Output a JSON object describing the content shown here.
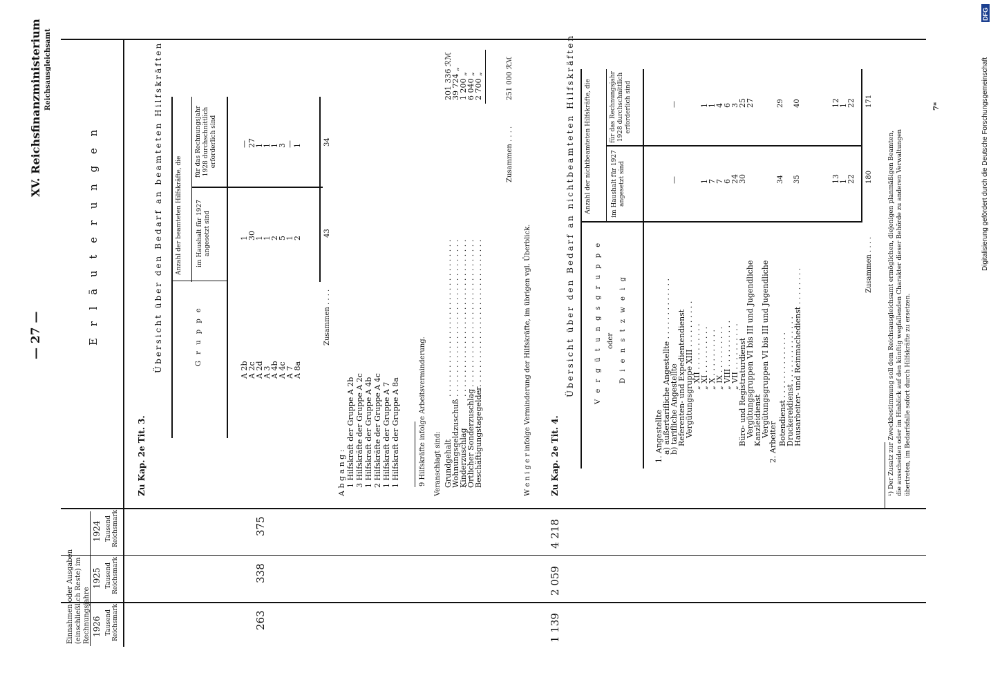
{
  "header": {
    "page_number": "— 27 —",
    "ministry": "XV. Reichsfinanzministerium",
    "office": "Reichsausgleichsamt",
    "page_mark": "7*",
    "digitization": "Digitalisierung gefördert durch die Deutsche Forschungsgemeinschaft",
    "dfg_logo": "DFG"
  },
  "budget": {
    "head": "Einnahmen oder Ausgaben (einschließlich Reste) im Rechnungsjahre",
    "years": [
      "1926",
      "1925",
      "1924"
    ],
    "unit": "Tausend Reichsmark",
    "row1": [
      "263",
      "338",
      "375"
    ],
    "row2": [
      "1 139",
      "2 059",
      "4 218"
    ]
  },
  "explanations_title": "E r l ä u t e r u n g e n",
  "sec3": {
    "ref": "Zu Kap. 2e Tit. 3.",
    "title": "Übersicht über den Bedarf an beamteten Hilfskräften",
    "col_gruppe": "G r u p p e",
    "col_top": "Anzahl der beamteten Hilfskräfte, die",
    "col_1927": "im Haushalt für 1927 angesetzt sind",
    "col_1928": "für das Rechnungsjahr 1928 durchschnittlich erforderlich sind",
    "groups": [
      "A 2b",
      "A 2c",
      "A 2d",
      "A 3",
      "A 4b",
      "A 4c",
      "A 7",
      "A 8a"
    ],
    "v1927": [
      "1",
      "30",
      "1",
      "1",
      "2",
      "5",
      "1",
      "2"
    ],
    "v1928": [
      "—",
      "27",
      "1",
      "1",
      "1",
      "3",
      "—",
      "1"
    ],
    "sum_label": "Zusammen . . . .",
    "sum1927": "43",
    "sum1928": "34",
    "abgang_title": "A b g a n g :",
    "abgang": [
      "1 Hilfskraft der Gruppe A 2b",
      "3 Hilfskräfte der Gruppe A 2c",
      "1 Hilfskraft der Gruppe A 4b",
      "2 Hilfskräfte der Gruppe A 4c",
      "1 Hilfskraft der Gruppe A 7",
      "1 Hilfskraft der Gruppe A 8a"
    ],
    "abgang_total": "9 Hilfskräfte infolge Arbeitsverminderung.",
    "veranschlagt": "Veranschlagt sind:",
    "cost_labels": [
      "Grundgehalt",
      "Wohnungsgeldzuschuß",
      "Kinderzuschlag",
      "Örtlicher Sonderzuschlag",
      "Beschäftigungstagegelder"
    ],
    "cost_values": [
      "201 336 ℛℳ",
      "39 724 „",
      "1 200 „",
      "6 040 „",
      "2 700 „"
    ],
    "cost_sum_label": "Zusammen . . . .",
    "cost_sum": "251 000 ℛℳ",
    "weniger": "W e n i g e r infolge Verminderung der Hilfskräfte, im übrigen vgl. Überblick."
  },
  "sec4": {
    "ref": "Zu Kap. 2e Tit. 4.",
    "title": "Übersicht über den Bedarf an nichtbeamteten Hilfskräften",
    "col_group": "V e r g ü t u n g s g r u p p e",
    "col_oder": "oder",
    "col_dienst": "D i e n s t z w e i g",
    "col_top": "Anzahl der nichtbeamteten Hilfskräfte, die",
    "col_1927": "im Haushalt für 1927 angesetzt sind",
    "col_1928": "für das Rechnungsjahr 1928 durchschnittlich erforderlich sind",
    "rows": [
      "1. Angestellte",
      "a) außertarifliche Angestellte . . . . . . . . . . . . .",
      "b) tarifliche Angestellte",
      "Referenten- und Expedientendienst",
      "Vergütungsgruppe XIII . . . . . . . . . .",
      "„ XII . . . . . . . . . .",
      "„ XI . . . . . . . . . .",
      "„ X . . . . . . . . . .",
      "„ IX . . . . . . . . . .",
      "„ VIII . . . . . . . . . .",
      "„ VII . . . . . . . . . .",
      "Büro- und Registraturdienst",
      "Vergütungsgruppen VI bis III und Jugendliche",
      "Kanzleidienst",
      "Vergütungsgruppen VI bis III und Jugendliche",
      "2. Arbeiter",
      "Botendienst . . . . . . . . . . . . . .",
      "Druckereidienst . . . . . . . . . . . . . .",
      "Hausarbeiter- und Reinmachedienst . . . . . . . ."
    ],
    "v1927": [
      "—",
      "1",
      "7",
      "7",
      "6",
      "24",
      "30",
      "34",
      "35",
      "13",
      "1",
      "22"
    ],
    "v1928": [
      "—",
      "1",
      "1",
      "4",
      "6",
      "3",
      "25",
      "27",
      "29",
      "40",
      "12",
      "1",
      "22"
    ],
    "sum_label": "Zusammen . . . .",
    "sum1927": "180",
    "sum1928": "171"
  },
  "footnote": [
    "¹) Der Zusatz zur Zweckbestimmung soll dem Reichsausgleichsamt ermöglichen, diejenigen planmäßigen Beamten,",
    "die ausscheiden oder im Hinblick auf den künftig wegfallenden Charakter dieser Behörde zu anderen Verwaltungen",
    "übertreten, im Bedarfsfalle sofort durch Hilfskräfte zu ersetzen."
  ]
}
